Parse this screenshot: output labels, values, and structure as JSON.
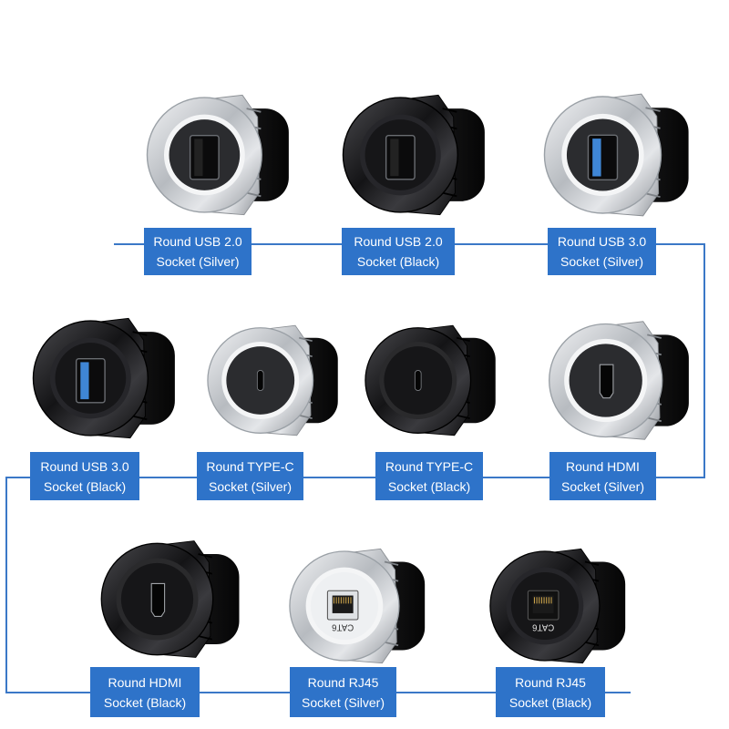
{
  "products": [
    {
      "id": "usb20-silver",
      "label1": "Round USB 2.0",
      "label2": "Socket (Silver)",
      "finish": "silver",
      "port": "usb-a",
      "insert": "black"
    },
    {
      "id": "usb20-black",
      "label1": "Round USB 2.0",
      "label2": "Socket (Black)",
      "finish": "black",
      "port": "usb-a",
      "insert": "black"
    },
    {
      "id": "usb30-silver",
      "label1": "Round USB 3.0",
      "label2": "Socket (Silver)",
      "finish": "silver",
      "port": "usb-a",
      "insert": "blue"
    },
    {
      "id": "usb30-black",
      "label1": "Round USB 3.0",
      "label2": "Socket (Black)",
      "finish": "black",
      "port": "usb-a",
      "insert": "blue"
    },
    {
      "id": "typec-silver",
      "label1": "Round TYPE-C",
      "label2": "Socket (Silver)",
      "finish": "silver",
      "port": "usb-c",
      "insert": "black"
    },
    {
      "id": "typec-black",
      "label1": "Round TYPE-C",
      "label2": "Socket (Black)",
      "finish": "black",
      "port": "usb-c",
      "insert": "black"
    },
    {
      "id": "hdmi-silver",
      "label1": "Round HDMI",
      "label2": "Socket (Silver)",
      "finish": "silver",
      "port": "hdmi",
      "insert": "black"
    },
    {
      "id": "hdmi-black",
      "label1": "Round HDMI",
      "label2": "Socket (Black)",
      "finish": "black",
      "port": "hdmi",
      "insert": "black"
    },
    {
      "id": "rj45-silver",
      "label1": "Round RJ45",
      "label2": "Socket (Silver)",
      "finish": "silver",
      "port": "rj45",
      "insert": "white",
      "port_text": "CAT6"
    },
    {
      "id": "rj45-black",
      "label1": "Round RJ45",
      "label2": "Socket (Black)",
      "finish": "black",
      "port": "rj45",
      "insert": "black",
      "port_text": "CAT6"
    }
  ],
  "colors": {
    "label_bg": "#2e73c9",
    "label_text": "#ffffff",
    "connector_line": "#3b78c7",
    "silver": "#c9ccd0",
    "black": "#1c1c1e",
    "usb3_blue": "#3f86d6"
  }
}
